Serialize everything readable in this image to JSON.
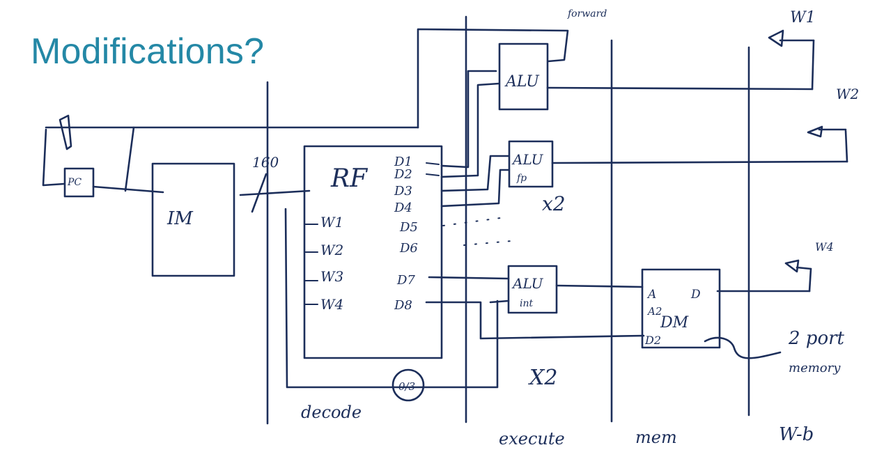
{
  "slide": {
    "title": "Modifications?"
  },
  "labels": {
    "forward": "forward",
    "pc": "PC",
    "im": "IM",
    "bus_width": "160",
    "rf": "RF",
    "w1": "W1",
    "w2": "W2",
    "w3": "W3",
    "w4": "W4",
    "d1": "D1",
    "d2": "D2",
    "d3": "D3",
    "d4": "D4",
    "d5": "D5",
    "d6": "D6",
    "d7": "D7",
    "d8": "D8",
    "alu_top": "ALU",
    "alu_fp": "ALU",
    "fp": "fp",
    "alu_int": "ALU",
    "int": "int",
    "x2_fp": "x2",
    "x2_exec": "X2",
    "dm": "DM",
    "dm_a": "A",
    "dm_a2": "A2",
    "dm_d": "D",
    "dm_d2": "D2",
    "w1_out": "W1",
    "w2_out": "W2",
    "w4_out": "W4",
    "two_port": "2 port",
    "memory": "memory",
    "decode": "decode",
    "execute": "execute",
    "mem": "mem",
    "writeback": "W-b",
    "circled": "0/3"
  }
}
